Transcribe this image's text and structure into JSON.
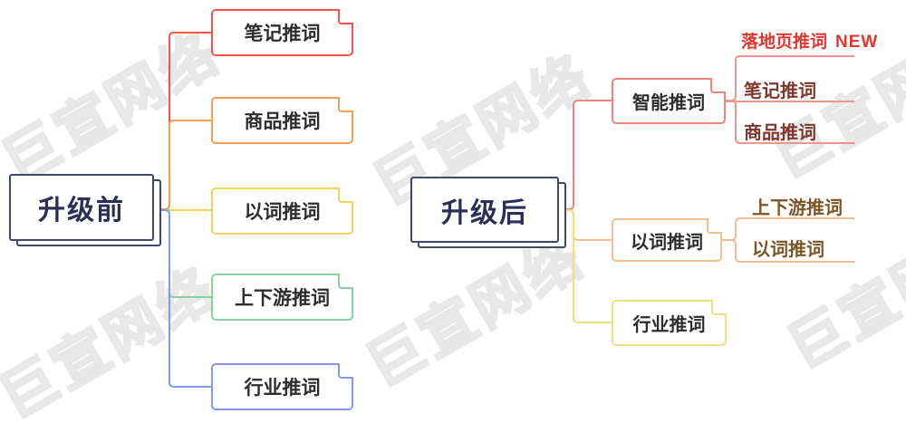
{
  "watermark": {
    "text": "巨宣网络"
  },
  "colors": {
    "red": "#f0564c",
    "orange": "#f0a055",
    "yellow": "#f2d35e",
    "green": "#85d4a0",
    "blue": "#8399ee",
    "navy": "#41466b",
    "salmon": "#f2837a",
    "salmon_line": "#ec968e",
    "peach": "#f3c08c",
    "peach_line": "#efbe92",
    "pale_yellow": "#f2dd80",
    "bright_red": "#e23730",
    "maroon": "#80362c",
    "brown": "#7c5527",
    "node_text": "#2d2d2d",
    "root_text": "#2b2f55",
    "watermark": "#e8e8e8"
  },
  "left_tree": {
    "root": "升级前",
    "children": [
      {
        "label": "笔记推词"
      },
      {
        "label": "商品推词"
      },
      {
        "label": "以词推词"
      },
      {
        "label": "上下游推词"
      },
      {
        "label": "行业推词"
      }
    ]
  },
  "right_tree": {
    "root": "升级后",
    "children": [
      {
        "label": "智能推词",
        "children": [
          {
            "label": "落地页推词",
            "badge": "NEW"
          },
          {
            "label": "笔记推词"
          },
          {
            "label": "商品推词"
          }
        ]
      },
      {
        "label": "以词推词",
        "children": [
          {
            "label": "上下游推词"
          },
          {
            "label": "以词推词"
          }
        ]
      },
      {
        "label": "行业推词",
        "children": []
      }
    ]
  }
}
